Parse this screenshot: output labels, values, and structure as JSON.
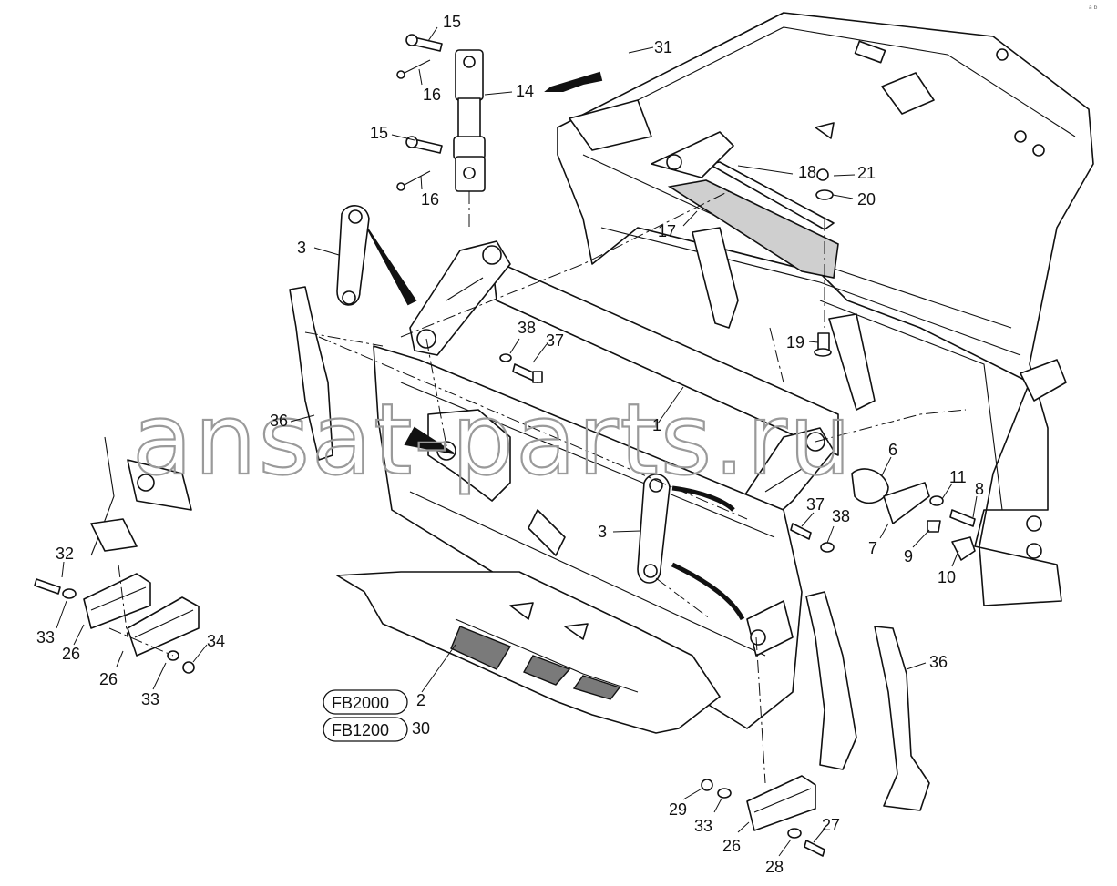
{
  "watermark": "ansat-parts.ru",
  "corner_mark": "a b",
  "callouts": [
    "15",
    "16",
    "14",
    "31",
    "15",
    "16",
    "18",
    "21",
    "20",
    "17",
    "3",
    "38",
    "37",
    "19",
    "36",
    "1",
    "6",
    "11",
    "8",
    "37",
    "38",
    "7",
    "9",
    "10",
    "3",
    "32",
    "33",
    "26",
    "34",
    "26",
    "33",
    "36",
    "2",
    "30",
    "29",
    "33",
    "26",
    "27",
    "28"
  ],
  "model_codes": [
    {
      "code": "FB2000",
      "part": "2"
    },
    {
      "code": "FB1200",
      "part": "30"
    }
  ]
}
